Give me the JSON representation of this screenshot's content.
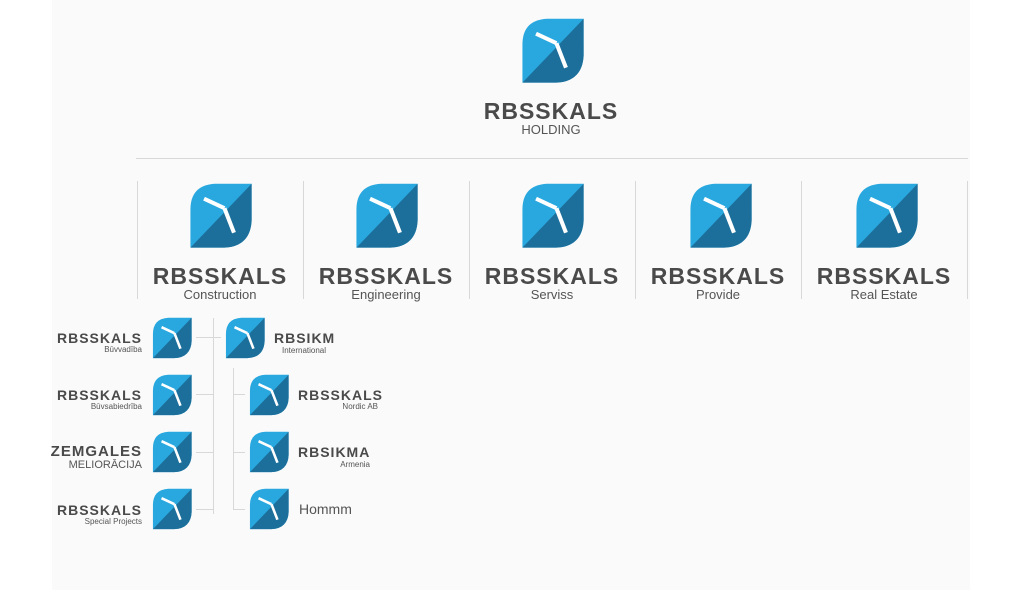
{
  "colors": {
    "icon_light": "#29a8e0",
    "icon_dark": "#1c6f9a",
    "text": "#4a4a4a",
    "line": "#d8d8d8"
  },
  "icon": "rbsskals-leaf-icon",
  "holding": {
    "brand": "RBSSKALS",
    "label": "HOLDING"
  },
  "divisions": [
    {
      "brand": "RBSSKALS",
      "label": "Construction"
    },
    {
      "brand": "RBSSKALS",
      "label": "Engineering"
    },
    {
      "brand": "RBSSKALS",
      "label": "Serviss"
    },
    {
      "brand": "RBSSKALS",
      "label": "Provide"
    },
    {
      "brand": "RBSSKALS",
      "label": "Real Estate"
    }
  ],
  "left_subsidiaries": [
    {
      "brand": "RBSSKALS",
      "label": "Būvvadība"
    },
    {
      "brand": "RBSSKALS",
      "label": "Būvsabiedrība"
    },
    {
      "brand": "ZEMGALES",
      "label": "MELIORĀCIJA"
    },
    {
      "brand": "RBSSKALS",
      "label": "Special Projects"
    }
  ],
  "right_subsidiaries": [
    {
      "brand": "RBSIKM",
      "label": "International"
    },
    {
      "brand": "RBSSKALS",
      "label": "Nordic AB"
    },
    {
      "brand": "RBSIKMA",
      "label": "Armenia"
    },
    {
      "brand": "",
      "label": "Hommm"
    }
  ]
}
